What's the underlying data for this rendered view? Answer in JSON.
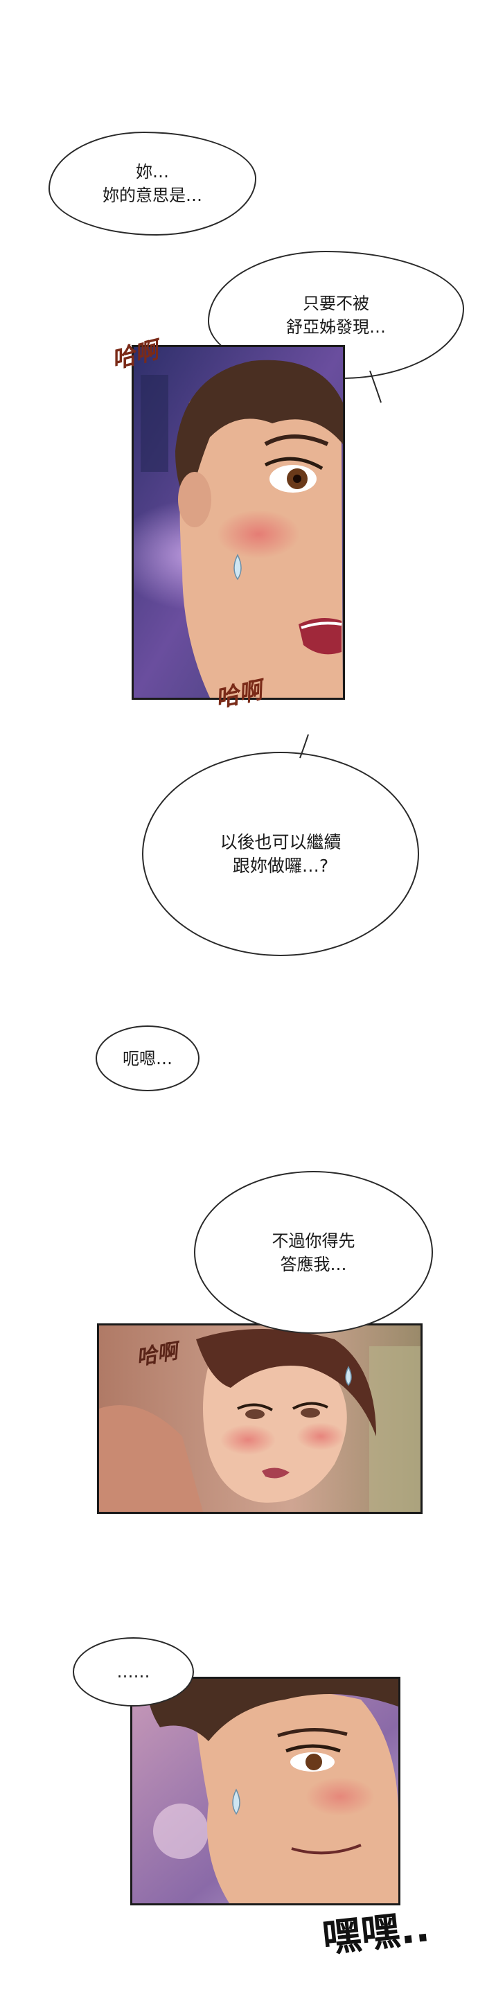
{
  "bubbles": {
    "b1": "妳…\n妳的意思是…",
    "b2": "只要不被\n舒亞姊發現…",
    "b3": "以後也可以繼續\n跟妳做囉…?",
    "b4": "呃嗯…",
    "b5": "不過你得先\n答應我…",
    "b6": "……"
  },
  "sfx": {
    "s1": "哈啊",
    "s2": "哈啊",
    "s3": "哈啊",
    "s4": "嘿嘿.."
  },
  "colors": {
    "ink": "#1a1a1a",
    "skin": "#e6a98a",
    "blush": "#e46a6a",
    "hair": "#4a2f22",
    "bg_blue": "#3c3f7a",
    "bg_purple": "#7a5aa8"
  }
}
